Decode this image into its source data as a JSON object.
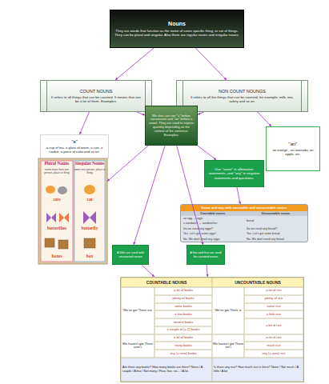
{
  "diagram": {
    "nodes": [
      {
        "text": [
          "Nouns",
          "They are words that function as the name of some specific thing, or set of things.",
          "They can be plural and singular. Also there are regular nouns and irregular nouns."
        ]
      },
      {
        "text": [
          "COUNT NOUNS",
          "It refers to all things that can be counted. It means that can be a lot of them. Examples:"
        ]
      },
      {
        "text": [
          "NON COUNT NOUNGS",
          "It refers to all the things that can be counted, for example: milk, mix, safety and so on."
        ]
      },
      {
        "text": [
          "\"a\"",
          "a cup of tea, a glass of water, a can, a cookie, a piece of cake,and so on."
        ]
      },
      {
        "text": [
          "We also can use \"a\" before consonants and \"an\" before a vowel. They are used to expess quantity depending on the context of the sentence. Examples:"
        ]
      },
      {
        "text": [
          "\"an\"",
          "an orange , an avocado, an apple, etc."
        ]
      },
      {
        "text": [
          "Plural Nouns",
          "name more than one person, place or thing",
          "Singular Nouns",
          "name one person, place or thing",
          "cats",
          "cat",
          "butterflies",
          "butterfly",
          "boxes",
          "box"
        ]
      },
      {
        "text": [
          "Use \"some\" in affirmative statements, and \"any\" in negative statements and questions."
        ]
      },
      {
        "text": [
          "Some and any with countable and uncountable nouns",
          "Countable nouns",
          "Uncountable nouns",
          "an egg → eggs",
          "a sandwich → sandwiches",
          "Do we need any eggs?",
          "Yes. Let's get some eggs!",
          "No. We don't need any eggs.",
          "bread",
          "Do we need any bread?",
          "Yes. Let's get some bread.",
          "No. We don't need any bread."
        ]
      },
      {
        "text": [
          "A little are used with uncounted nouns"
        ]
      },
      {
        "text": [
          "A few and few are used for counted nouns"
        ]
      },
      {
        "text": [
          "COUNTABLE NOUNS",
          "UNCOUNTABLE NOUNS",
          "We've got There are",
          "a lot of books",
          "plenty of books",
          "some books",
          "a few books",
          "several books",
          "a couple of (= 2) books",
          "We've got There is",
          "a lot of rice",
          "plenty of rice",
          "some rice",
          "a little rice",
          "a bit of rice",
          "We haven't got There aren't",
          "a lot of books",
          "many books",
          "any (= zero) books",
          "We haven't got There isn't",
          "a lot of rice",
          "much rice",
          "any (= zero) rice",
          "Are there any books? How many books are there? None / A couple / A few / Not many / Four, five, six... / A lot",
          "Is there any rice? How much rice is there? None / Not much / A little / A lot"
        ]
      }
    ],
    "edges": [
      {
        "from": 0,
        "to": 1,
        "arrow": "to"
      },
      {
        "from": 0,
        "to": 2,
        "arrow": "to"
      },
      {
        "from": 1,
        "to": 3,
        "arrow": "to"
      },
      {
        "from": 1,
        "to": 4,
        "arrow": "to"
      },
      {
        "from": 2,
        "to": 4,
        "arrow": "to"
      },
      {
        "from": 2,
        "to": 5,
        "arrow": "to"
      },
      {
        "from": 4,
        "to": 6,
        "arrow": "to"
      },
      {
        "from": 4,
        "to": 7,
        "arrow": "to"
      },
      {
        "from": 4,
        "to": 9,
        "arrow": "to"
      },
      {
        "from": 4,
        "to": 10,
        "arrow": "to"
      },
      {
        "from": 7,
        "to": 8,
        "arrow": "to"
      },
      {
        "from": 9,
        "to": 11,
        "arrow": "to"
      },
      {
        "from": 10,
        "to": 11,
        "arrow": "to"
      }
    ]
  }
}
